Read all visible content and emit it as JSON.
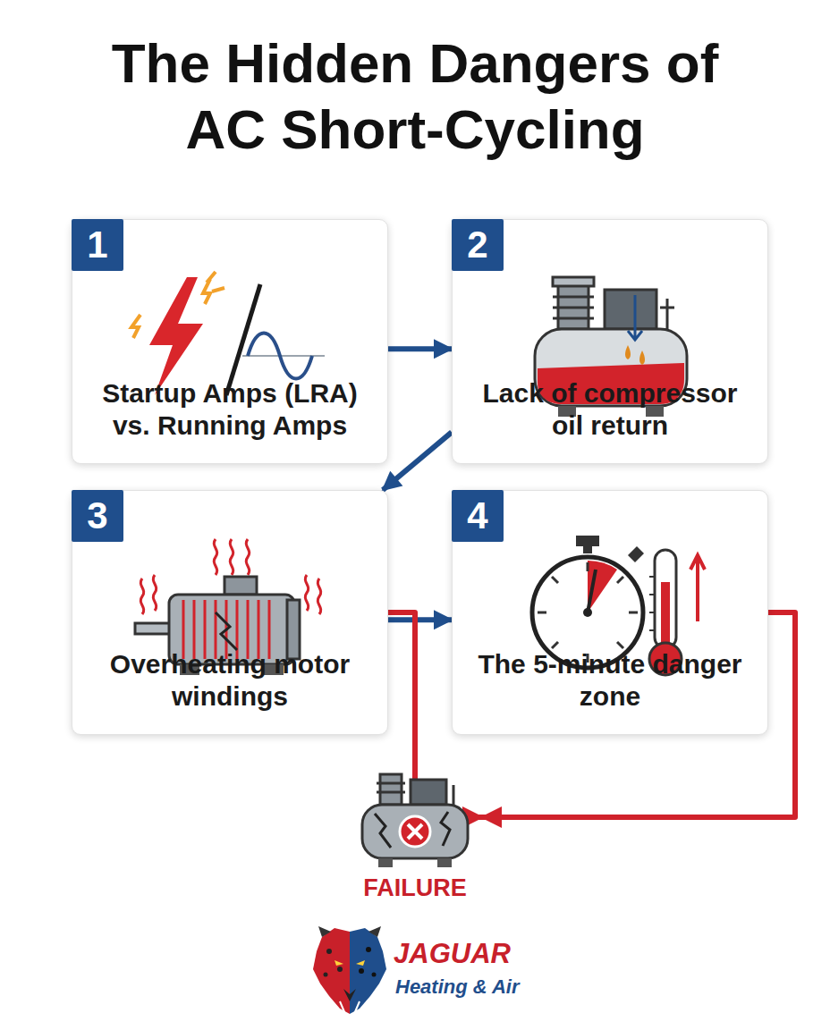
{
  "diagram": {
    "title": "The Hidden Dangers of AC Short-Cycling",
    "nodes": [
      {
        "text": [
          "Startup Amps (LRA) vs. Running Amps"
        ]
      },
      {
        "text": [
          "1"
        ],
        "in": 0
      },
      {
        "text": [
          "Lack of compressor oil return"
        ]
      },
      {
        "text": [
          "2"
        ],
        "in": 2
      },
      {
        "text": [
          "Overheating motor windings"
        ]
      },
      {
        "text": [
          "3"
        ],
        "in": 4
      },
      {
        "text": [
          "The 5-minute danger zone"
        ]
      },
      {
        "text": [
          "4"
        ],
        "in": 6
      },
      {
        "text": [
          "FAILURE"
        ]
      }
    ],
    "edges": [
      {
        "from": 0,
        "to": 2,
        "arrow": "to"
      },
      {
        "from": 2,
        "to": 4,
        "arrow": "to"
      },
      {
        "from": 4,
        "to": 6,
        "arrow": "to"
      },
      {
        "from": 4,
        "to": 8,
        "arrow": "to"
      },
      {
        "from": 6,
        "to": 8,
        "arrow": "to"
      }
    ],
    "labels": [
      "JAGUAR",
      "Heating & Air"
    ]
  }
}
